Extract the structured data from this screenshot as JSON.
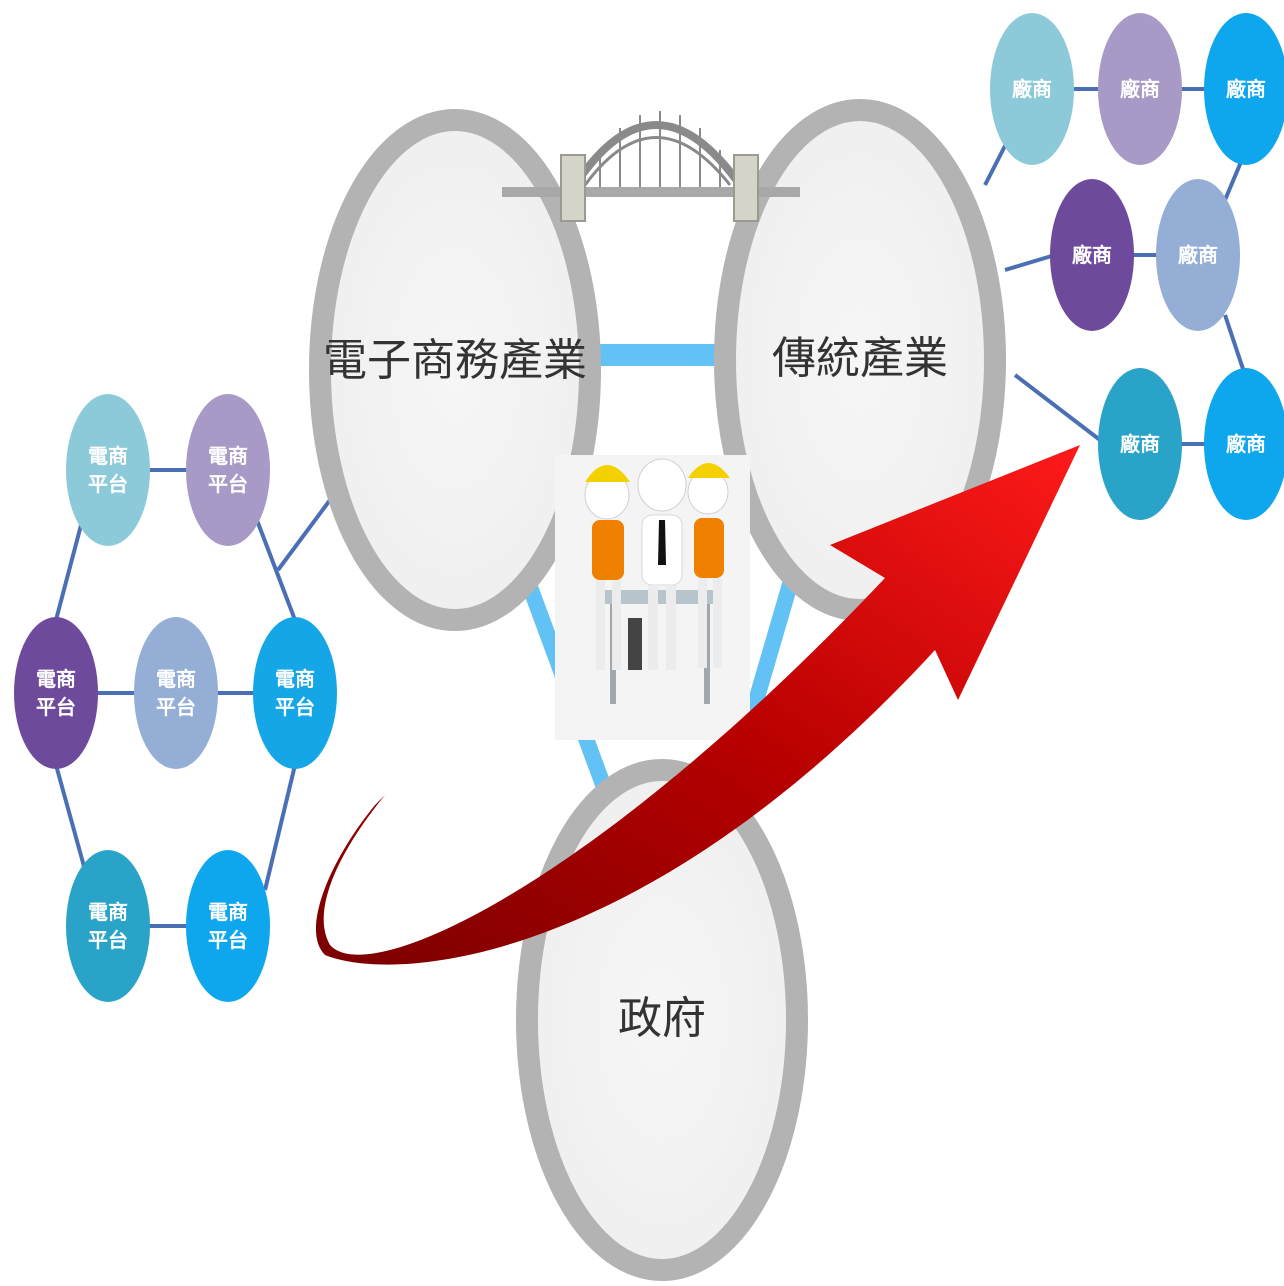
{
  "main_circles": {
    "ecommerce": {
      "label": "電子商務產業"
    },
    "traditional": {
      "label": "傳統產業"
    },
    "government": {
      "label": "政府"
    }
  },
  "platform_nodes": {
    "line1": "電商",
    "line2": "平台",
    "colors": [
      "#8cc9d9",
      "#a89ac6",
      "#6e4a9c",
      "#94aed6",
      "#14a6e6",
      "#2aa3c8",
      "#0ea6ec"
    ]
  },
  "vendor_nodes": {
    "label": "廠商",
    "colors": [
      "#8cc9d9",
      "#a89ac6",
      "#0ea6ec",
      "#6e4a9c",
      "#94aed6",
      "#2aa3c8",
      "#0ea6ec"
    ]
  },
  "colors": {
    "connector": "#4a6fb5",
    "triangle": "#62c2f5",
    "ring": "#b3b3b3",
    "arrow": "#c80000"
  }
}
